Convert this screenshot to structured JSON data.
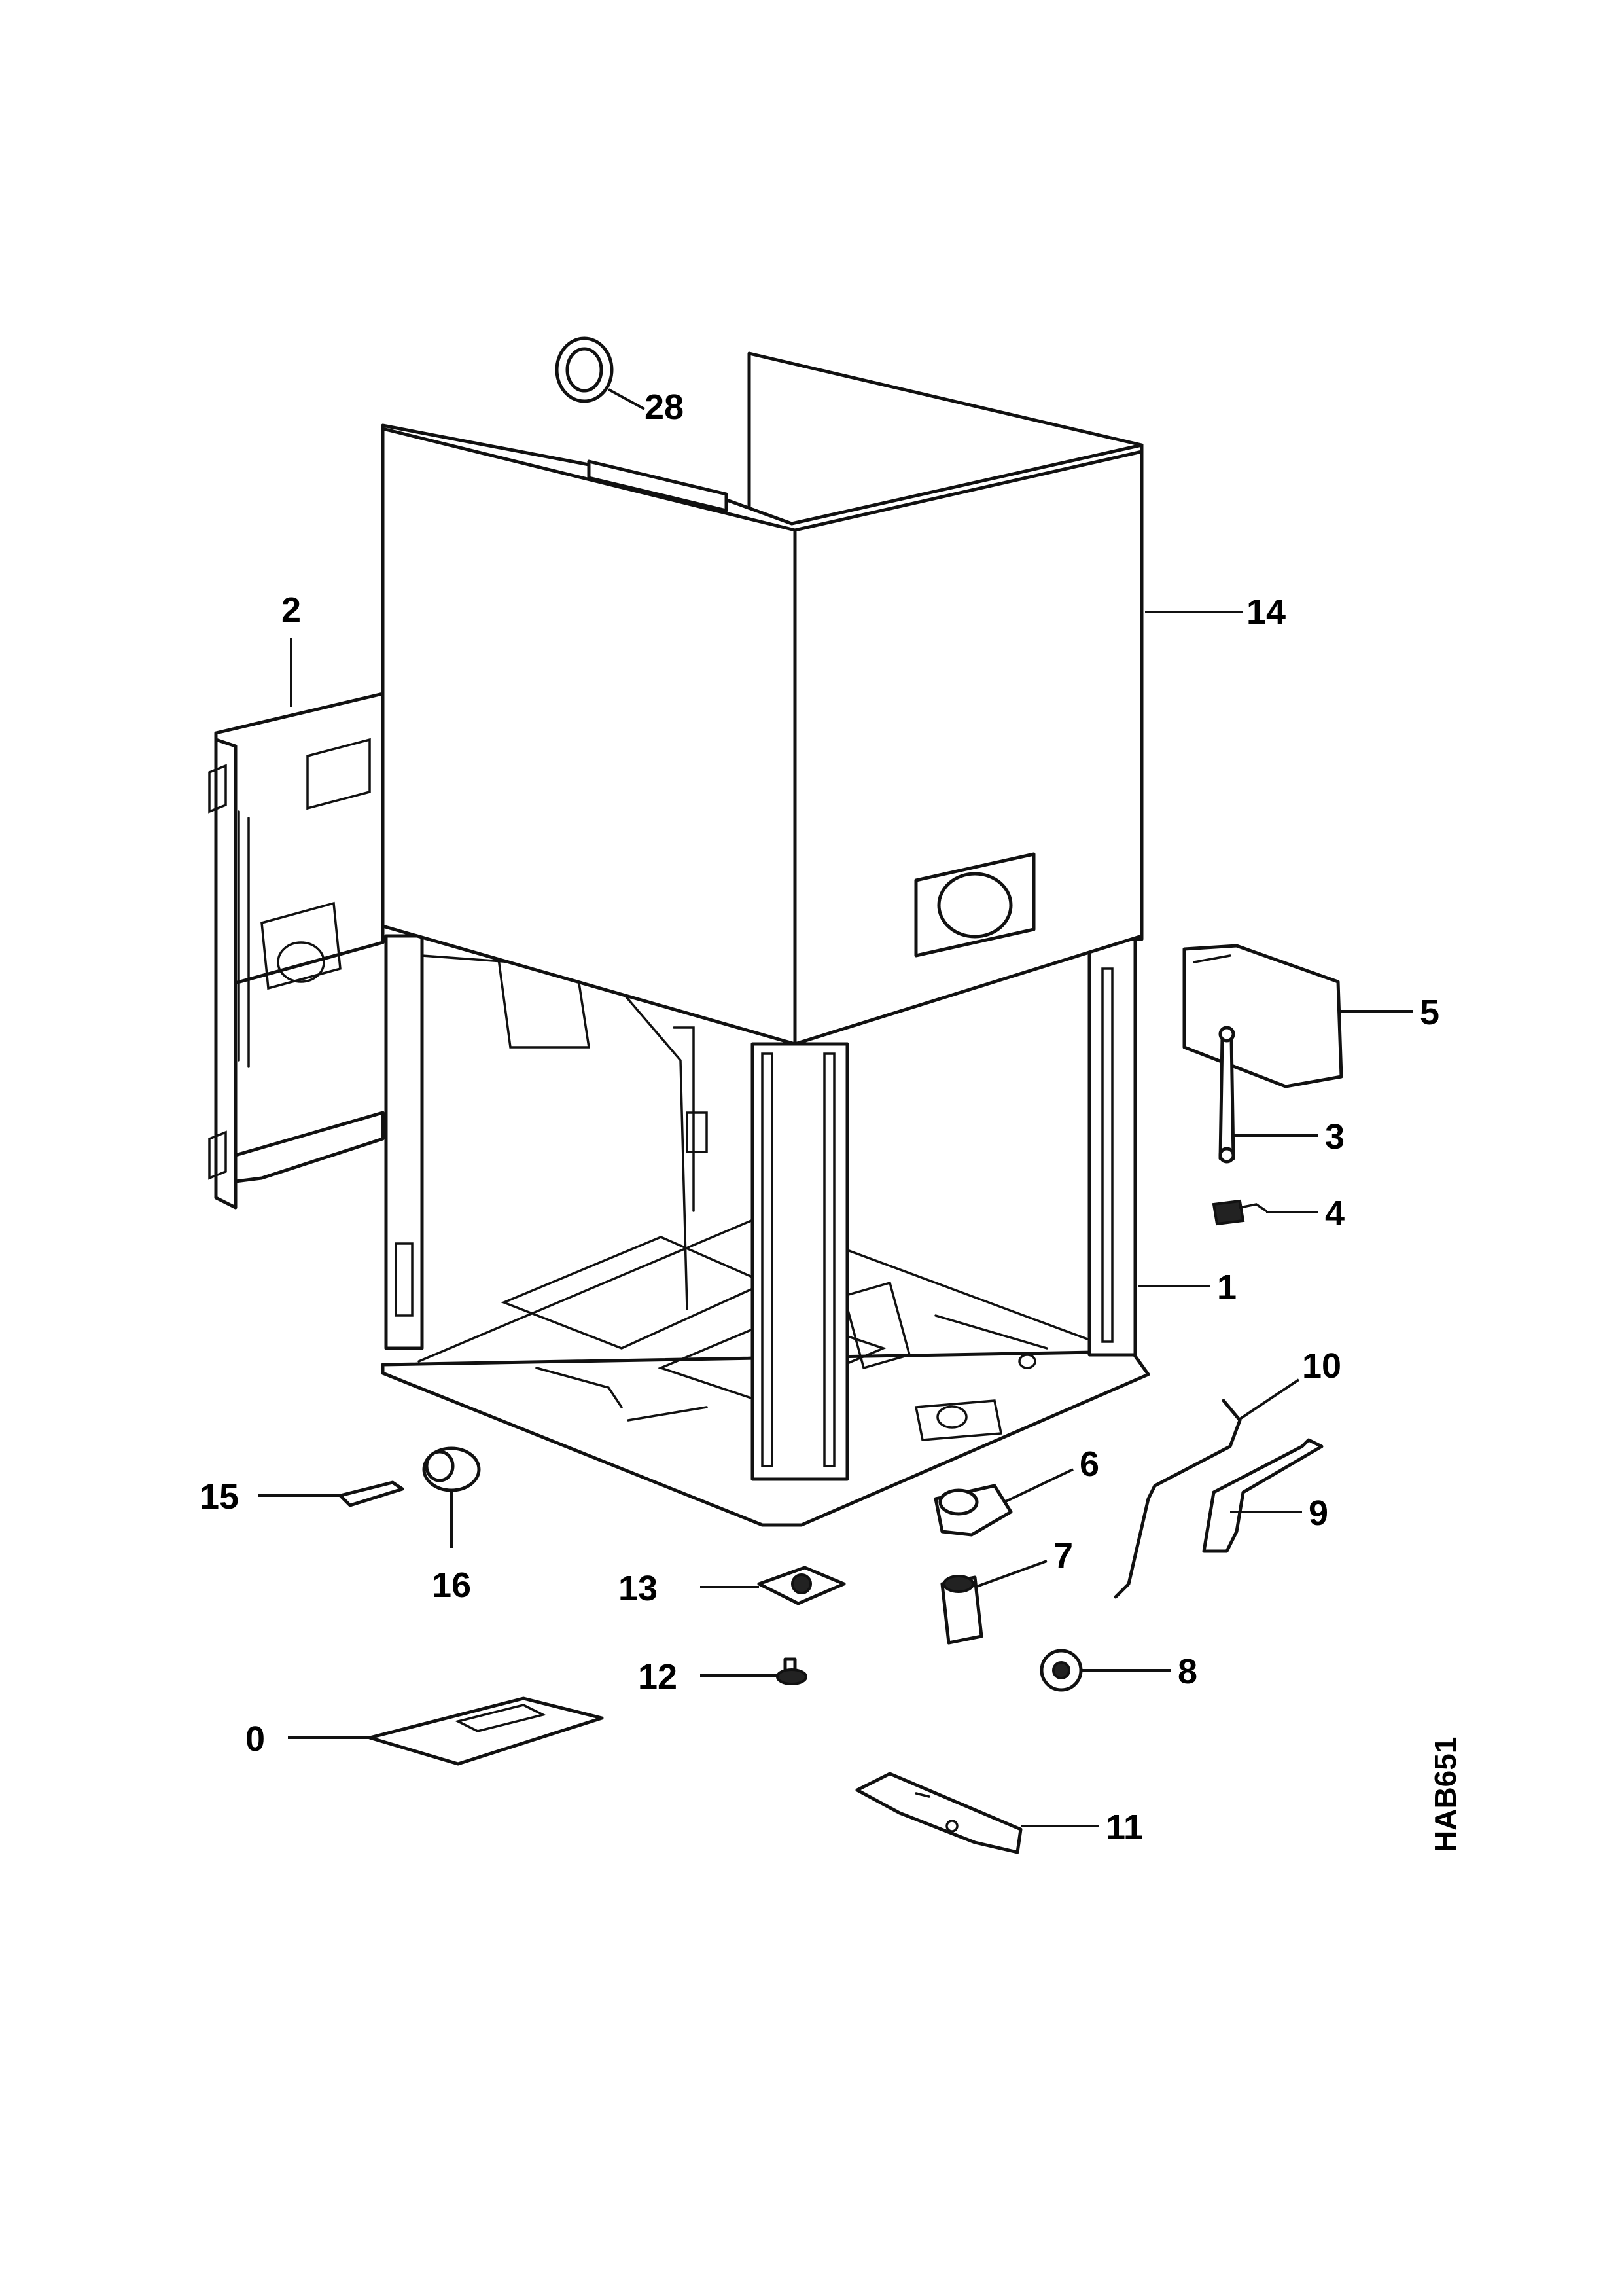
{
  "diagram": {
    "drawing_code": "HAB651",
    "callouts": [
      {
        "id": "0",
        "label": "0"
      },
      {
        "id": "1",
        "label": "1"
      },
      {
        "id": "2",
        "label": "2"
      },
      {
        "id": "3",
        "label": "3"
      },
      {
        "id": "4",
        "label": "4"
      },
      {
        "id": "5",
        "label": "5"
      },
      {
        "id": "6",
        "label": "6"
      },
      {
        "id": "7",
        "label": "7"
      },
      {
        "id": "8",
        "label": "8"
      },
      {
        "id": "9",
        "label": "9"
      },
      {
        "id": "10",
        "label": "10"
      },
      {
        "id": "11",
        "label": "11"
      },
      {
        "id": "12",
        "label": "12"
      },
      {
        "id": "13",
        "label": "13"
      },
      {
        "id": "14",
        "label": "14"
      },
      {
        "id": "15",
        "label": "15"
      },
      {
        "id": "16",
        "label": "16"
      },
      {
        "id": "28",
        "label": "28"
      }
    ],
    "colors": {
      "line": "#111111",
      "background": "#ffffff"
    }
  }
}
